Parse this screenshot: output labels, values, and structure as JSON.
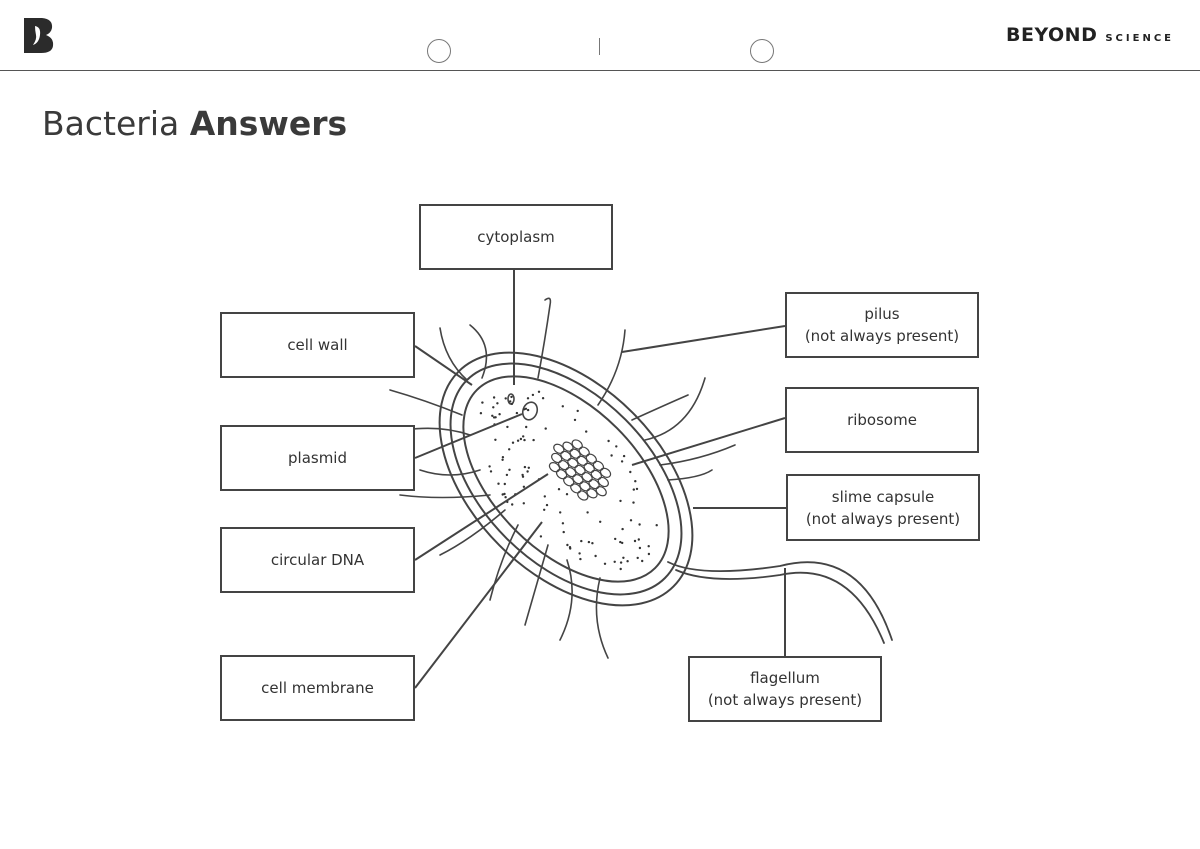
{
  "header": {
    "brand_main": "BEYOND",
    "brand_sub": "SCIENCE"
  },
  "page": {
    "title_regular": "Bacteria",
    "title_bold": "Answers"
  },
  "labels": {
    "cytoplasm": "cytoplasm",
    "cell_wall": "cell wall",
    "plasmid": "plasmid",
    "circular_dna": "circular DNA",
    "cell_membrane": "cell membrane",
    "pilus": "pilus",
    "pilus_note": "(not always present)",
    "ribosome": "ribosome",
    "slime_capsule": "slime capsule",
    "slime_capsule_note": "(not always present)",
    "flagellum": "flagellum",
    "flagellum_note": "(not always present)"
  },
  "colors": {
    "line": "#444444",
    "text": "#333333"
  }
}
